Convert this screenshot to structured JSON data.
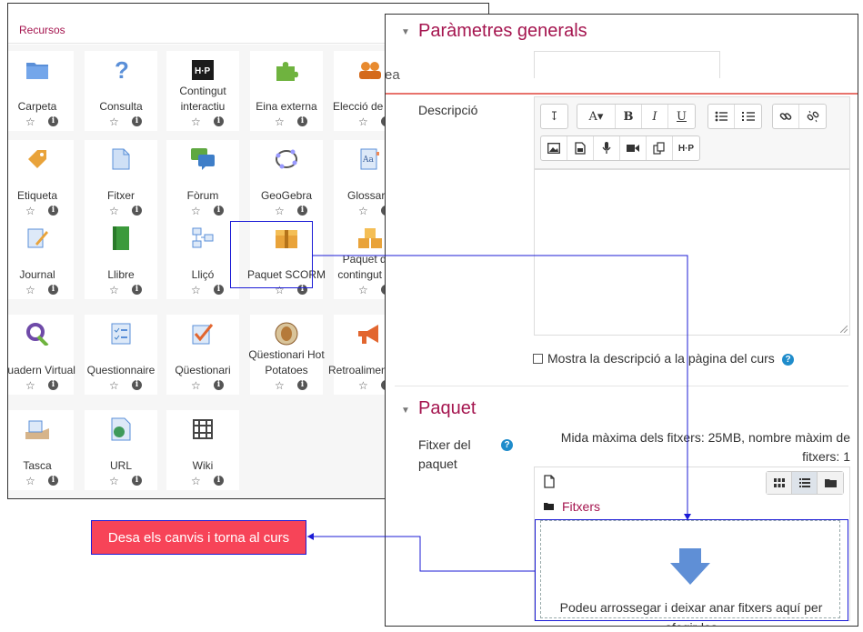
{
  "chooser": {
    "heading": "Recursos",
    "tiles": [
      {
        "label": "Carpeta",
        "icon": "folder-icon"
      },
      {
        "label": "Consulta",
        "icon": "question-icon"
      },
      {
        "label": "Contingut interactiu",
        "icon": "h5p-icon"
      },
      {
        "label": "Eina externa",
        "icon": "puzzle-icon"
      },
      {
        "label": "Elecció de gru",
        "icon": "group-icon"
      },
      {
        "label": "Etiqueta",
        "icon": "tag-icon"
      },
      {
        "label": "Fitxer",
        "icon": "file-icon"
      },
      {
        "label": "Fòrum",
        "icon": "forum-icon"
      },
      {
        "label": "GeoGebra",
        "icon": "geogebra-icon"
      },
      {
        "label": "Glossari",
        "icon": "glossary-icon"
      },
      {
        "label": "Journal",
        "icon": "journal-icon"
      },
      {
        "label": "Llibre",
        "icon": "book-icon"
      },
      {
        "label": "Lliçó",
        "icon": "lesson-icon"
      },
      {
        "label": "Paquet SCORM",
        "icon": "scorm-package-icon"
      },
      {
        "label": "Paquet de contingut IM",
        "icon": "ims-package-icon"
      },
      {
        "label": "Quadern Virtual",
        "icon": "virtual-notebook-icon"
      },
      {
        "label": "Questionnaire",
        "icon": "questionnaire-icon"
      },
      {
        "label": "Qüestionari",
        "icon": "quiz-icon"
      },
      {
        "label": "Qüestionari Hot Potatoes",
        "icon": "hotpotatoes-icon"
      },
      {
        "label": "Retroalimentació",
        "icon": "feedback-icon"
      },
      {
        "label": "Tasca",
        "icon": "assignment-icon"
      },
      {
        "label": "URL",
        "icon": "url-icon"
      },
      {
        "label": "Wiki",
        "icon": "wiki-icon"
      }
    ],
    "star_glyph": "☆",
    "info_glyph": "i"
  },
  "save_button": {
    "label": "Desa els canvis i torna al curs",
    "color": "#f74458"
  },
  "form": {
    "general_title": "Paràmetres generals",
    "name_field_tail": "ea",
    "description_label": "Descripció",
    "show_description_label": "Mostra la descripció a la pàgina del curs",
    "package_title": "Paquet",
    "package_file_label": "Fitxer del paquet",
    "max_size_text": "Mida màxima dels fitxers: 25MB, nombre màxim de fitxers: 1",
    "folder_label": "Fitxers",
    "drop_text": "Podeu arrossegar i deixar anar fitxers aquí per afegir-los",
    "toolbar_row1": [
      "↧",
      "A▾",
      "B",
      "I",
      "U"
    ],
    "help_glyph": "?"
  },
  "colors": {
    "accent": "#a5154f",
    "annotation": "#1b1bd6"
  }
}
